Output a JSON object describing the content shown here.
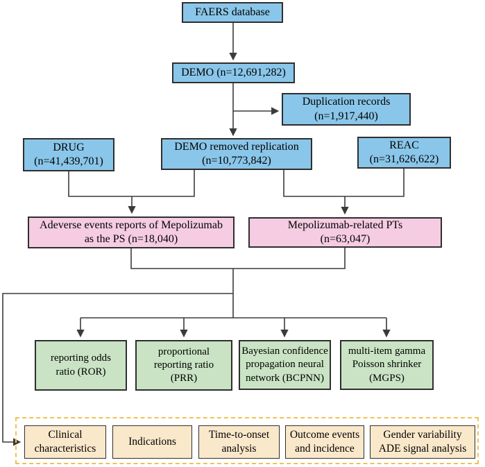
{
  "colors": {
    "box_blue": "#8AC6E9",
    "box_pink": "#F5CCE2",
    "box_green": "#C9E3C4",
    "box_cream": "#FAE8CB",
    "dashed_border": "#EFC254",
    "line": "#3b3b3b",
    "box_border": "#2e2e2e"
  },
  "nodes": {
    "faers": {
      "label": "FAERS database"
    },
    "demo": {
      "label": "DEMO (n=12,691,282)"
    },
    "duplication": {
      "label": "Duplication records\n(n=1,917,440)"
    },
    "drug": {
      "label": "DRUG\n(n=41,439,701)"
    },
    "demo_removed": {
      "label": "DEMO removed replication\n(n=10,773,842)"
    },
    "reac": {
      "label": "REAC\n(n=31,626,622)"
    },
    "adverse_events": {
      "label": "Adeverse events reports of Mepolizumab\nas the PS (n=18,040)"
    },
    "related_pts": {
      "label": "Mepolizumab-related PTs\n(n=63,047)"
    },
    "ror": {
      "label": "reporting odds\nratio (ROR)"
    },
    "prr": {
      "label": "proportional\nreporting ratio\n(PRR)"
    },
    "bcpnn": {
      "label": "Bayesian confidence\npropagation neural\nnetwork (BCPNN)"
    },
    "mgps": {
      "label": "multi-item gamma\nPoisson shrinker\n(MGPS)"
    },
    "clinical": {
      "label": "Clinical\ncharacteristics"
    },
    "indications": {
      "label": "Indications"
    },
    "time_to_onset": {
      "label": "Time-to-onset\nanalysis"
    },
    "outcome_events": {
      "label": "Outcome events\nand incidence"
    },
    "gender_variability": {
      "label": "Gender variability\nADE signal analysis"
    }
  }
}
